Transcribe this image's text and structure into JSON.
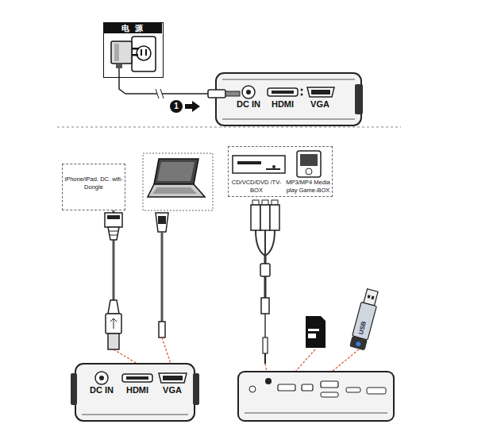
{
  "diagram": {
    "nodes": [
      {
        "text": [
          "电 源"
        ]
      },
      {
        "text": [
          "DC IN",
          "HDMI",
          "VGA"
        ]
      },
      {
        "text": [
          "iPhone/iPad. DC. wifi-Dongle"
        ]
      },
      {
        "text": [
          "DC IN",
          "HDMI",
          "VGA"
        ]
      },
      {
        "text": [
          "CD/VCD/DVD /TV-BOX",
          "MP3/MP4 Media play Game-BOX"
        ]
      }
    ],
    "edges": [
      {
        "from": 0,
        "to": 1,
        "arrow": "none"
      },
      {
        "from": 2,
        "to": 3,
        "arrow": "none"
      }
    ],
    "labels": [
      "1",
      "USB"
    ]
  }
}
